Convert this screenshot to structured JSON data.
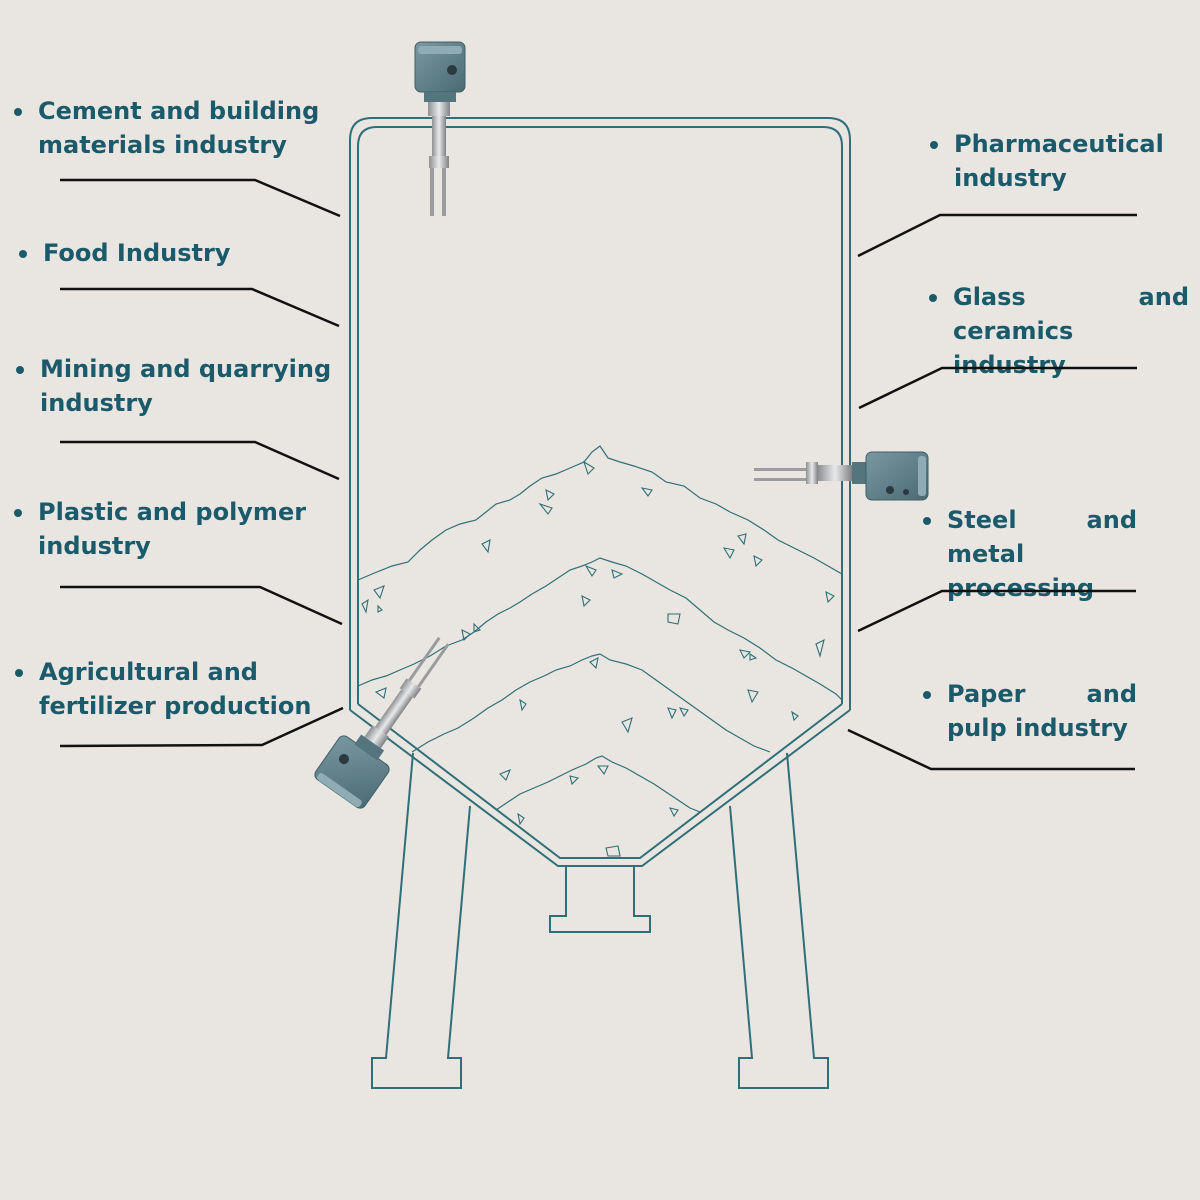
{
  "labels_left": [
    {
      "id": "cement",
      "text": "Cement and building materials industry"
    },
    {
      "id": "food",
      "text": "Food Industry"
    },
    {
      "id": "mining",
      "text": "Mining and quarrying industry"
    },
    {
      "id": "plastic",
      "text": "Plastic and polymer industry"
    },
    {
      "id": "agri",
      "text": "Agricultural and fertilizer production"
    }
  ],
  "labels_right": [
    {
      "id": "pharma",
      "text": "Pharmaceutical industry"
    },
    {
      "id": "glass",
      "text": "Glass and ceramics industry"
    },
    {
      "id": "steel",
      "text": "Steel and metal processing"
    },
    {
      "id": "paper",
      "text": "Paper and pulp industry"
    }
  ],
  "colors": {
    "background": "#e9e6e1",
    "text": "#1a5a6b",
    "outline": "#2f6f78",
    "leader": "#111111",
    "sensor_head": "#5f7f8a"
  },
  "icons": [
    "level-sensor-top-icon",
    "level-sensor-right-icon",
    "level-sensor-bottom-left-icon"
  ]
}
